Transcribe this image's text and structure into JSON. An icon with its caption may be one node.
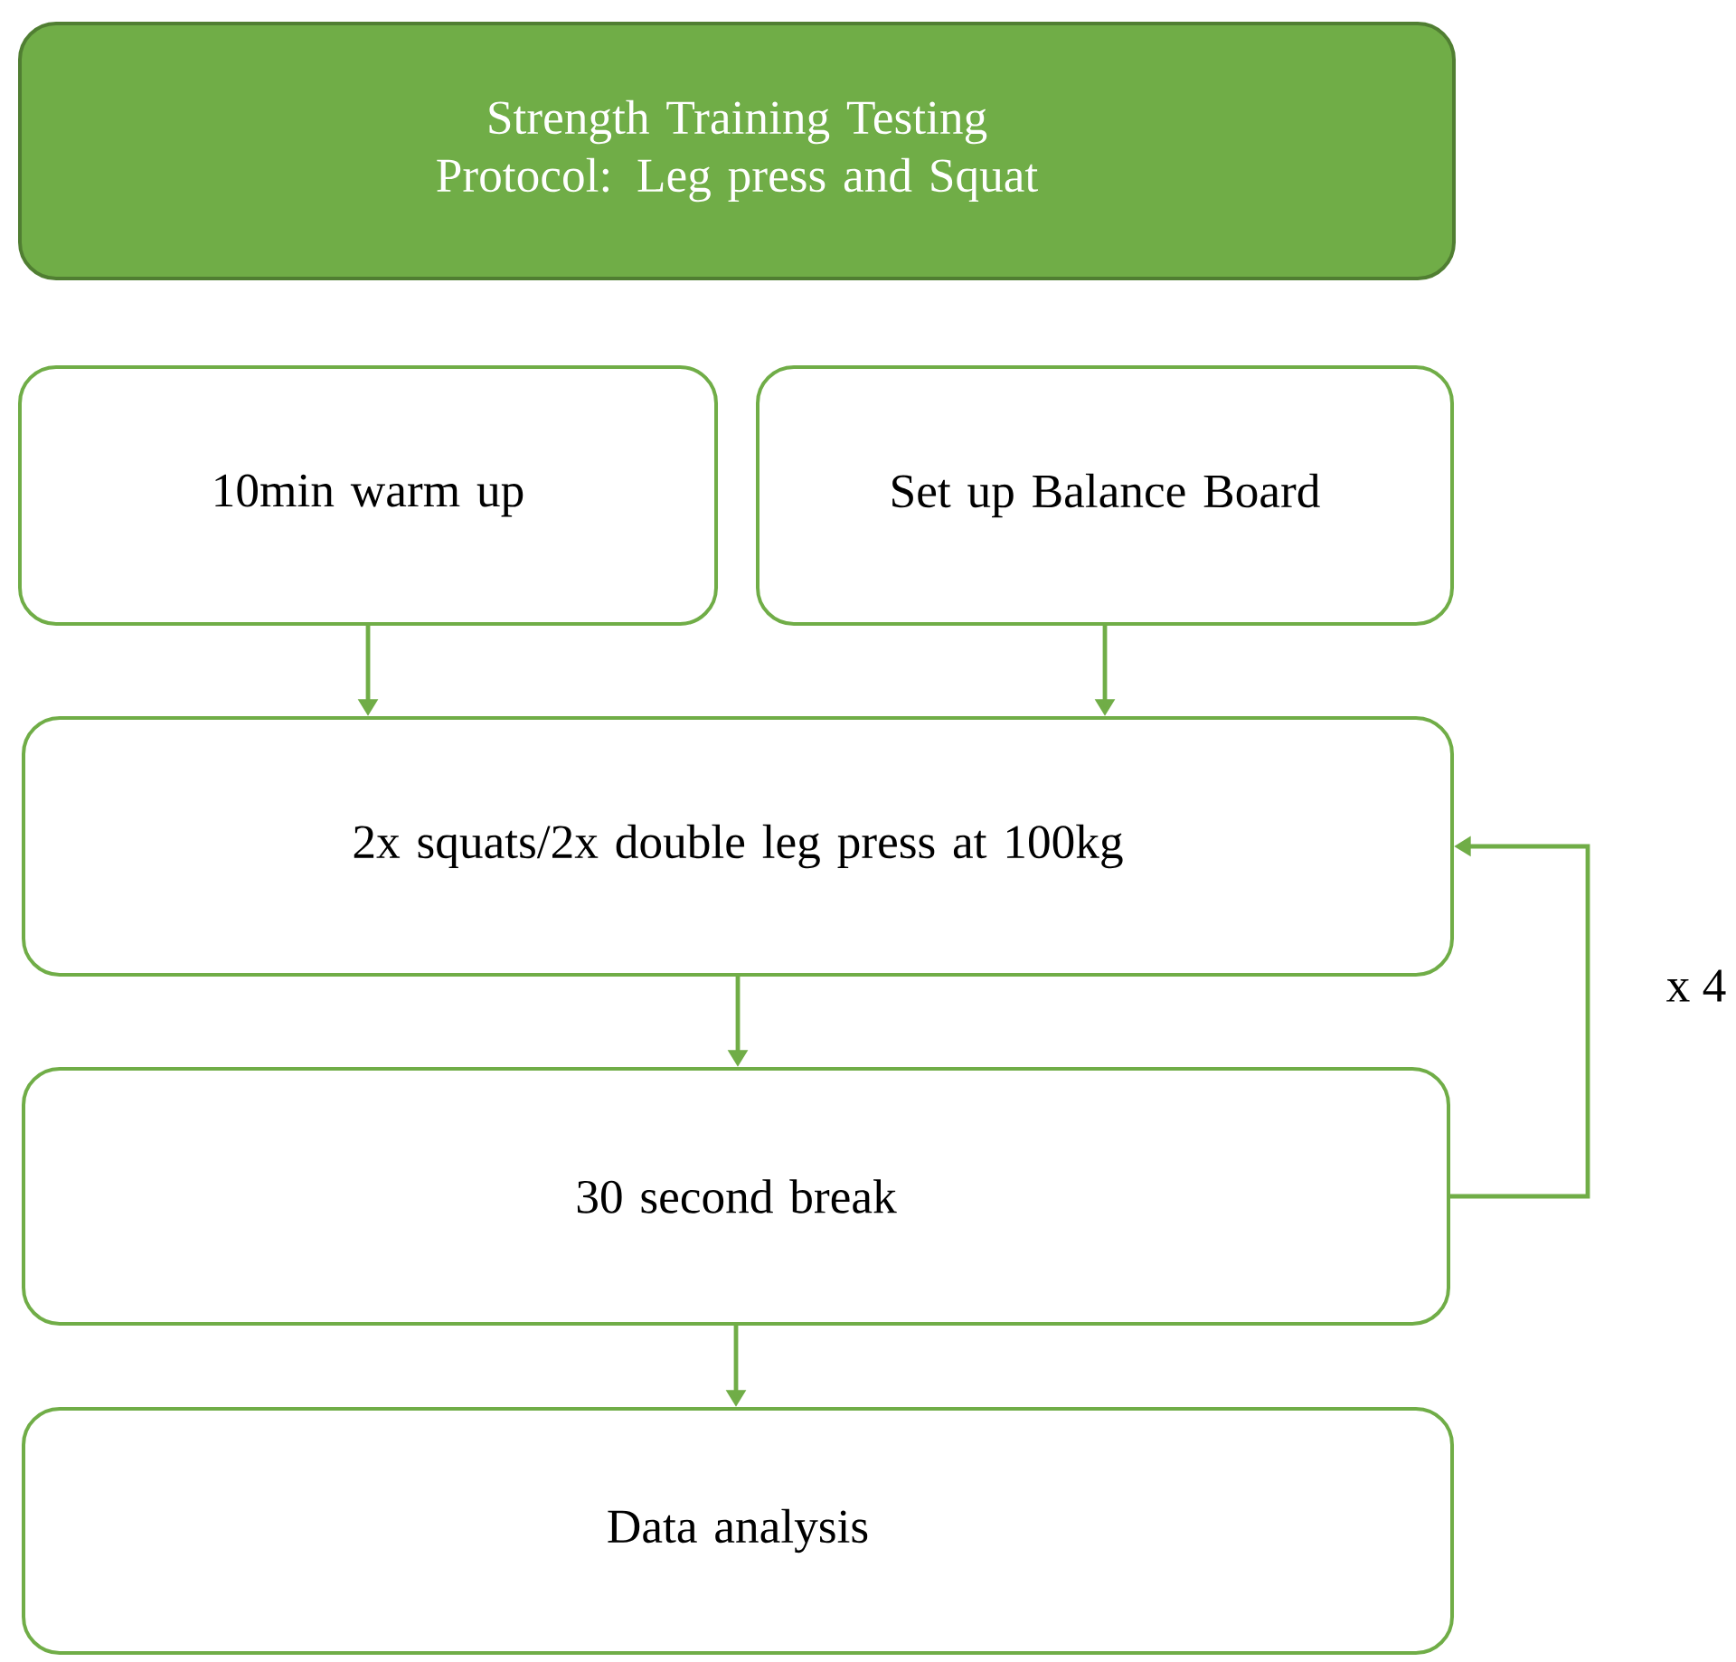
{
  "diagram": {
    "nodes": [
      {
        "text": [
          "Strength Training Testing Protocol: Leg press and Squat"
        ]
      },
      {
        "text": [
          "10min warm up"
        ]
      },
      {
        "text": [
          "Set up Balance Board"
        ]
      },
      {
        "text": [
          "2x squats/2x double leg press at 100kg"
        ]
      },
      {
        "text": [
          "30 second break"
        ]
      },
      {
        "text": [
          "Data analysis"
        ]
      }
    ],
    "edges": [
      {
        "from": 1,
        "to": 3,
        "arrow": "to"
      },
      {
        "from": 2,
        "to": 3,
        "arrow": "to"
      },
      {
        "from": 3,
        "to": 4,
        "arrow": "to"
      },
      {
        "from": 4,
        "to": 5,
        "arrow": "to"
      },
      {
        "from": 4,
        "to": 3,
        "arrow": "to",
        "label": "x 4"
      }
    ]
  }
}
